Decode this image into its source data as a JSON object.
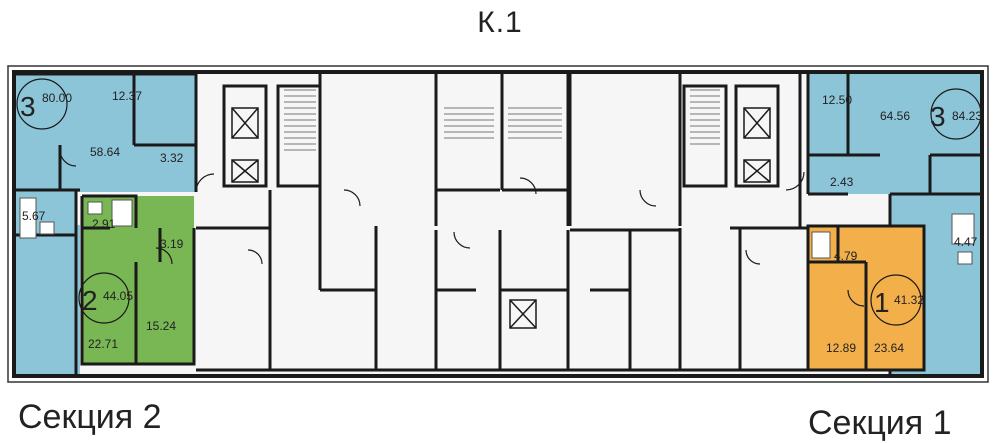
{
  "building_label": "К.1",
  "sections": {
    "left": "Секция 2",
    "right": "Секция 1"
  },
  "colors": {
    "blue": "#8cc4d8",
    "green": "#79b654",
    "orange": "#f3b04a",
    "wall": "#1a1a1a",
    "corridor": "#f5f5f5"
  },
  "apartments": [
    {
      "id": "apt-left-3",
      "rooms": "3",
      "total_area": "80.00",
      "color": "blue",
      "room_areas": [
        "12.37",
        "58.64",
        "3.32",
        "5.67"
      ]
    },
    {
      "id": "apt-left-2",
      "rooms": "2",
      "total_area": "44.05",
      "color": "green",
      "room_areas": [
        "2.91",
        "3.19",
        "22.71",
        "15.24"
      ]
    },
    {
      "id": "apt-right-3",
      "rooms": "3",
      "total_area": "84.23",
      "color": "blue",
      "room_areas": [
        "12.50",
        "64.56",
        "2.43",
        "4.47"
      ]
    },
    {
      "id": "apt-right-1",
      "rooms": "1",
      "total_area": "41.32",
      "color": "orange",
      "room_areas": [
        "4.79",
        "12.89",
        "23.64"
      ]
    }
  ]
}
